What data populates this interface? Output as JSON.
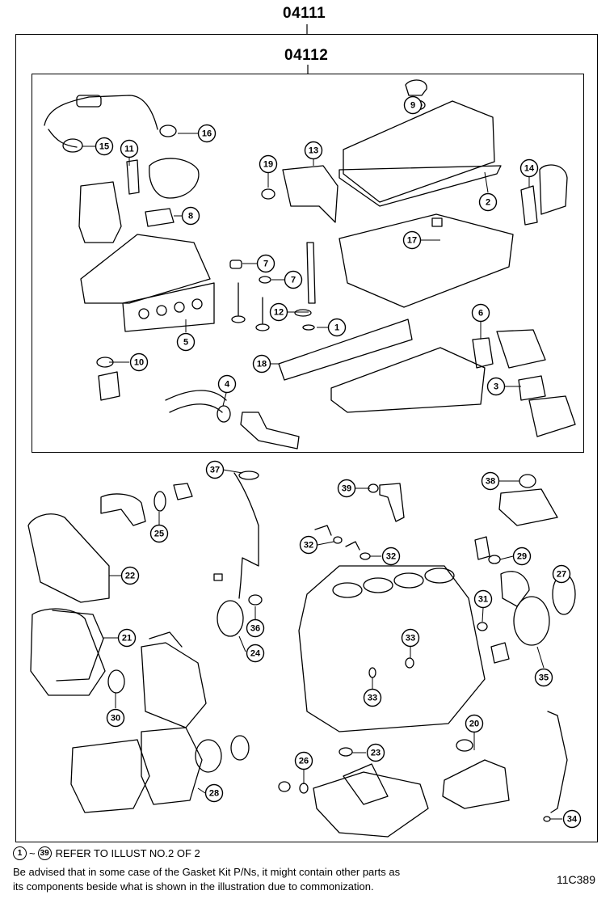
{
  "kit_number": "04111",
  "subkit_number": "04112",
  "callouts": [
    {
      "label": "9"
    },
    {
      "label": "16"
    },
    {
      "label": "15"
    },
    {
      "label": "11"
    },
    {
      "label": "13"
    },
    {
      "label": "19"
    },
    {
      "label": "2"
    },
    {
      "label": "14"
    },
    {
      "label": "8"
    },
    {
      "label": "17"
    },
    {
      "label": "7"
    },
    {
      "label": "7"
    },
    {
      "label": "12"
    },
    {
      "label": "1"
    },
    {
      "label": "5"
    },
    {
      "label": "6"
    },
    {
      "label": "10"
    },
    {
      "label": "18"
    },
    {
      "label": "4"
    },
    {
      "label": "3"
    },
    {
      "label": "37"
    },
    {
      "label": "39"
    },
    {
      "label": "38"
    },
    {
      "label": "25"
    },
    {
      "label": "32"
    },
    {
      "label": "32"
    },
    {
      "label": "29"
    },
    {
      "label": "22"
    },
    {
      "label": "27"
    },
    {
      "label": "31"
    },
    {
      "label": "36"
    },
    {
      "label": "21"
    },
    {
      "label": "24"
    },
    {
      "label": "33"
    },
    {
      "label": "35"
    },
    {
      "label": "33"
    },
    {
      "label": "30"
    },
    {
      "label": "20"
    },
    {
      "label": "26"
    },
    {
      "label": "23"
    },
    {
      "label": "28"
    },
    {
      "label": "34"
    }
  ],
  "footer": {
    "range_start": "1",
    "range_tilde": "~",
    "range_end": "39",
    "refer_text": "REFER TO ILLUST NO.2 OF 2",
    "note_line1": "Be advised that in some case of the Gasket Kit P/Ns,  it might contain other parts as",
    "note_line2": "its components beside what is shown in the illustration due to commonization."
  },
  "illustration_code": "11C389"
}
